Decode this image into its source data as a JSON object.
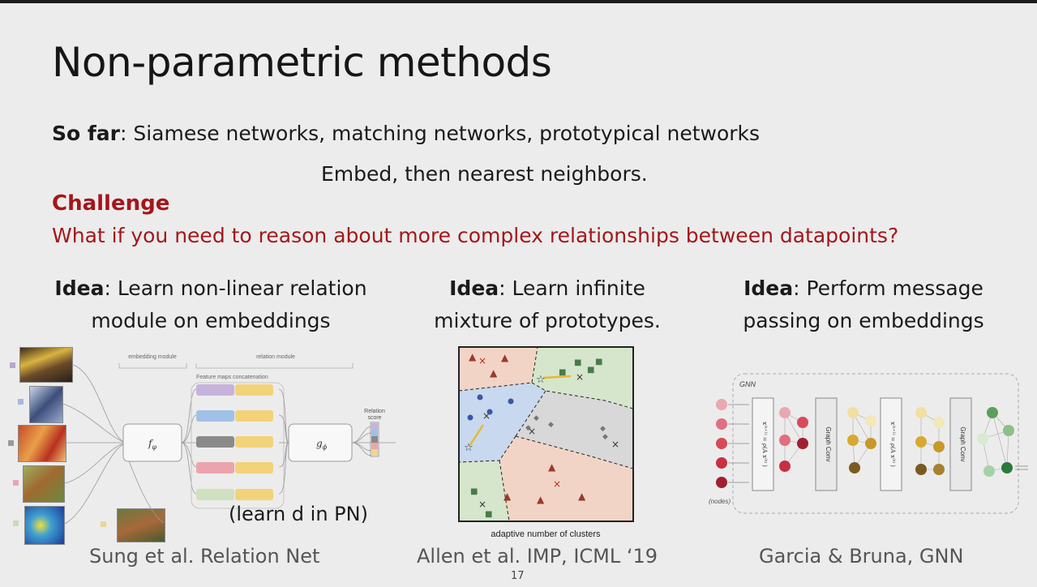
{
  "slide": {
    "title": "Non-parametric methods",
    "so_far_label": "So far",
    "so_far_text": ": Siamese networks, matching networks, prototypical networks",
    "embed_line": "Embed, then nearest neighbors.",
    "challenge_label": "Challenge",
    "challenge_question": "What if you need to reason about more complex relationships between datapoints?",
    "page_number": "17"
  },
  "ideas": [
    {
      "label": "Idea",
      "line1": ": Learn non-linear relation",
      "line2": "module on embeddings",
      "caption": "Sung et al. Relation Net"
    },
    {
      "label": "Idea",
      "line1": ": Learn infinite",
      "line2": "mixture of prototypes.",
      "caption": "Allen et al. IMP, ICML ‘19"
    },
    {
      "label": "Idea",
      "line1": ": Perform message",
      "line2": "passing on embeddings",
      "caption": "Garcia & Bruna, GNN"
    }
  ],
  "relation_net_figure": {
    "embedding_module_label": "embedding module",
    "relation_module_label": "relation module",
    "concat_label": "Feature maps concatenation",
    "f_label": "f",
    "f_sub": "φ",
    "g_label": "g",
    "g_sub": "ϕ",
    "score_label_1": "Relation",
    "score_label_2": "score",
    "annotation": "(learn d in PN)"
  },
  "imp_figure": {
    "caption": "adaptive number of clusters"
  },
  "gnn_figure": {
    "title": "GNN",
    "graph_conv_label": "Graph Conv",
    "nodes_label": "(nodes)"
  },
  "colors": {
    "accent_red": "#a4161a",
    "cluster_red": "#f2d4c6",
    "cluster_green": "#d5e6cc",
    "cluster_blue": "#c8d8ee",
    "cluster_gray": "#d8d8d8"
  }
}
